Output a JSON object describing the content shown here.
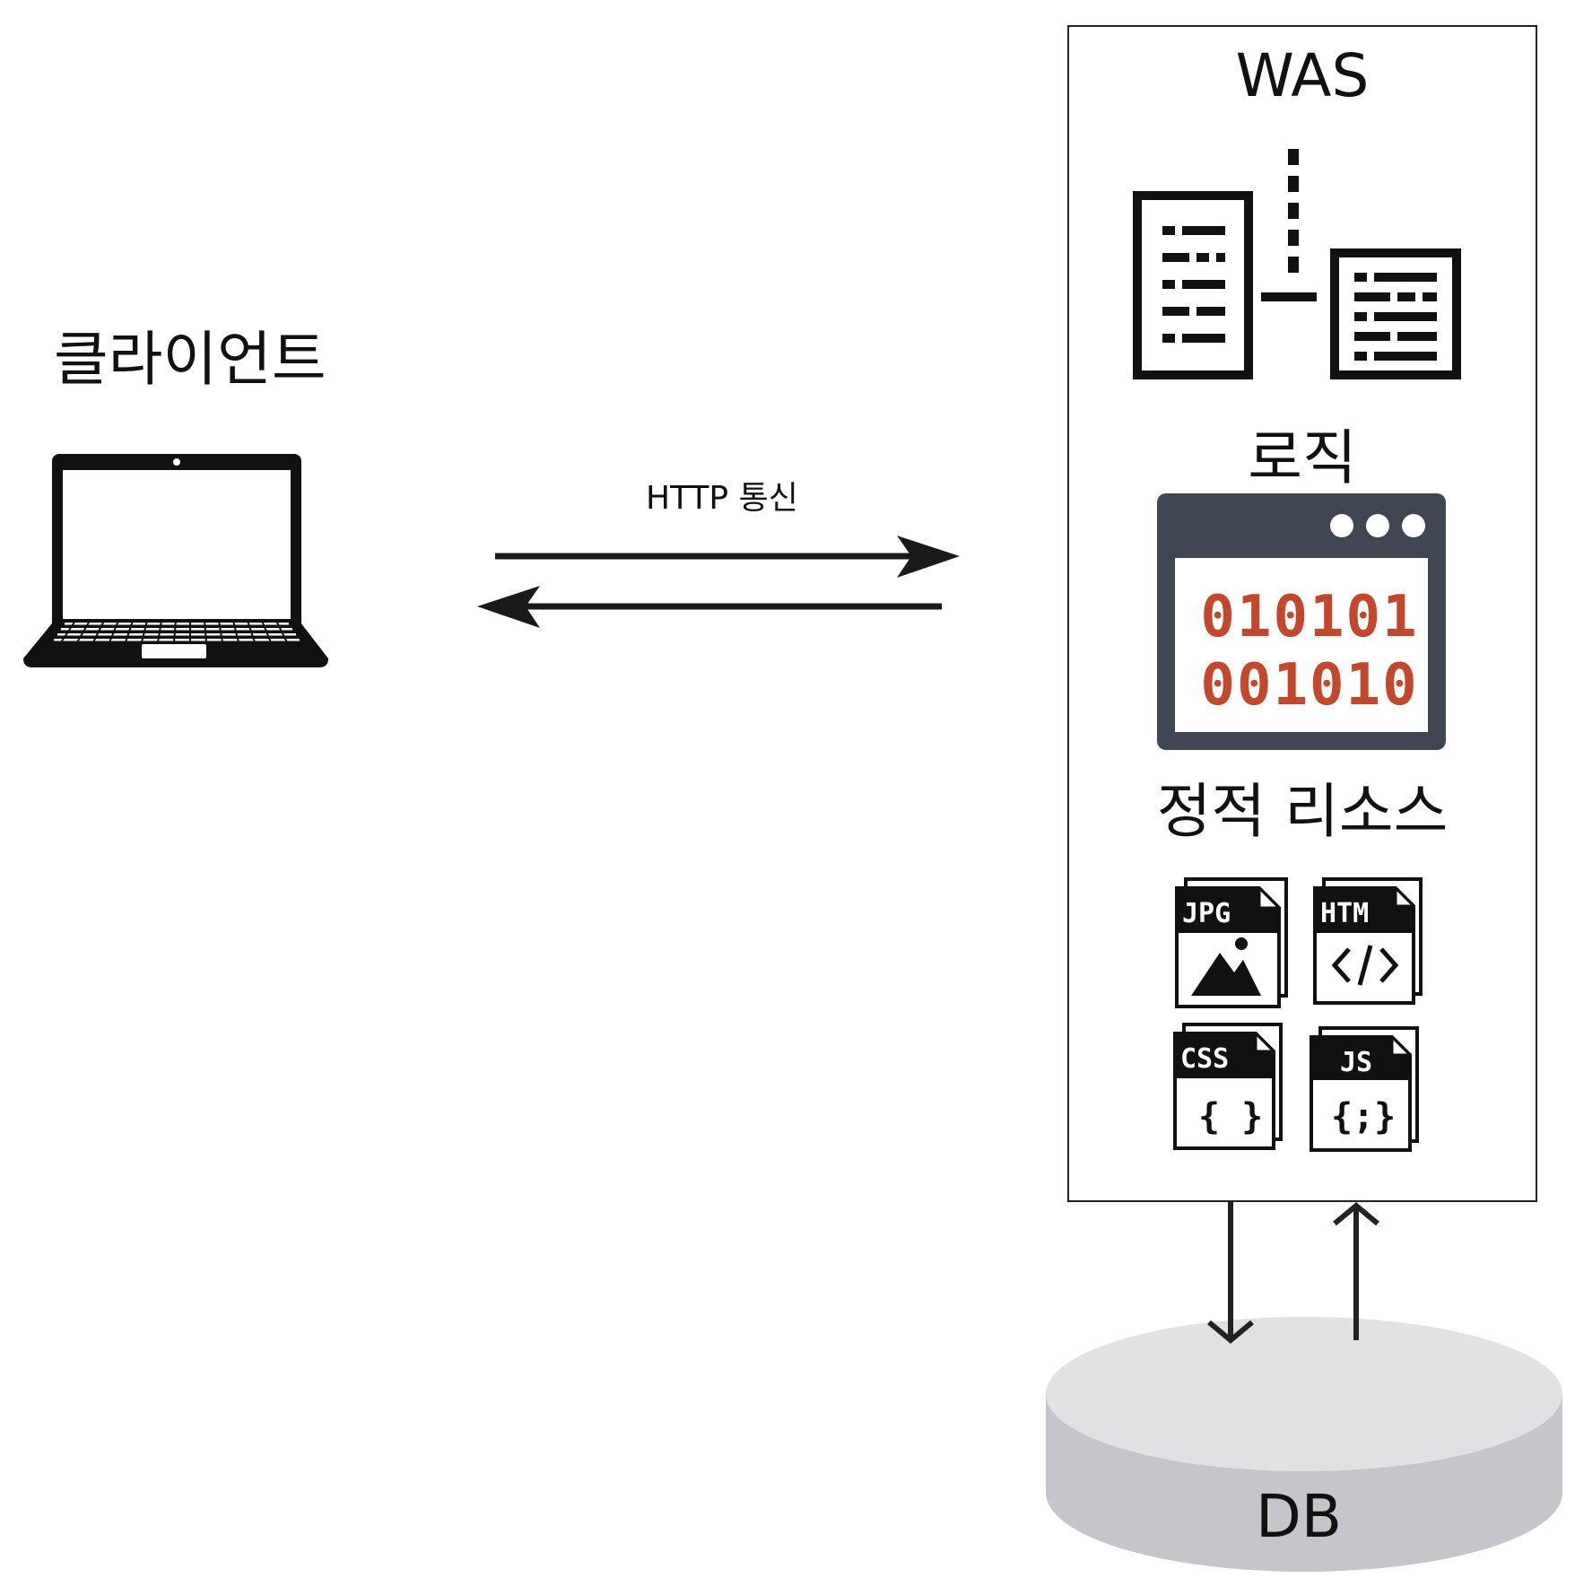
{
  "client": {
    "label": "클라이언트"
  },
  "connection": {
    "label": "HTTP 통신"
  },
  "was": {
    "title": "WAS",
    "logic_label": "로직",
    "binary_lines": [
      "010101",
      "001010"
    ],
    "static_label": "정적 리소스",
    "files": [
      "JPG",
      "HTM",
      "CSS",
      "JS"
    ]
  },
  "db": {
    "label": "DB"
  },
  "colors": {
    "binary": "#c4472b",
    "window_frame": "#3f4651",
    "db_top": "#e1e0e2",
    "db_side": "#c6c5c9"
  }
}
